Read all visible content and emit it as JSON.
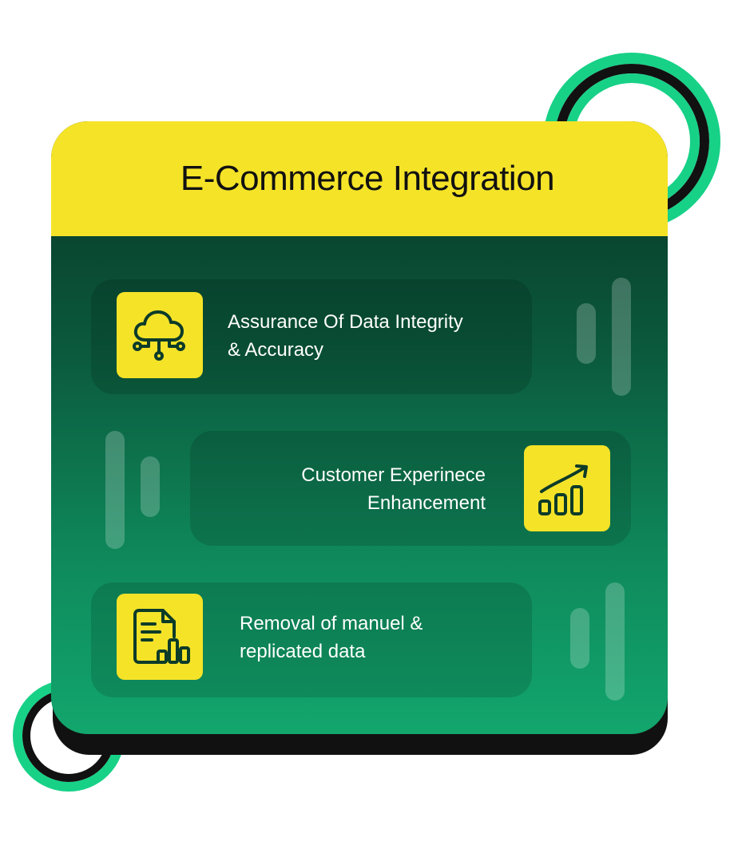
{
  "header": {
    "title": "E-Commerce Integration"
  },
  "features": [
    {
      "line1": "Assurance Of Data Integrity",
      "line2": "& Accuracy",
      "icon": "cloud-network-icon"
    },
    {
      "line1": "Customer Experinece",
      "line2": "Enhancement",
      "icon": "growth-chart-icon"
    },
    {
      "line1": "Removal of manuel &",
      "line2": "replicated data",
      "icon": "document-chart-icon"
    }
  ],
  "colors": {
    "accent_yellow": "#f5e328",
    "ring_green": "#17d187",
    "dark_green": "#073323",
    "bright_green": "#12a66d"
  }
}
